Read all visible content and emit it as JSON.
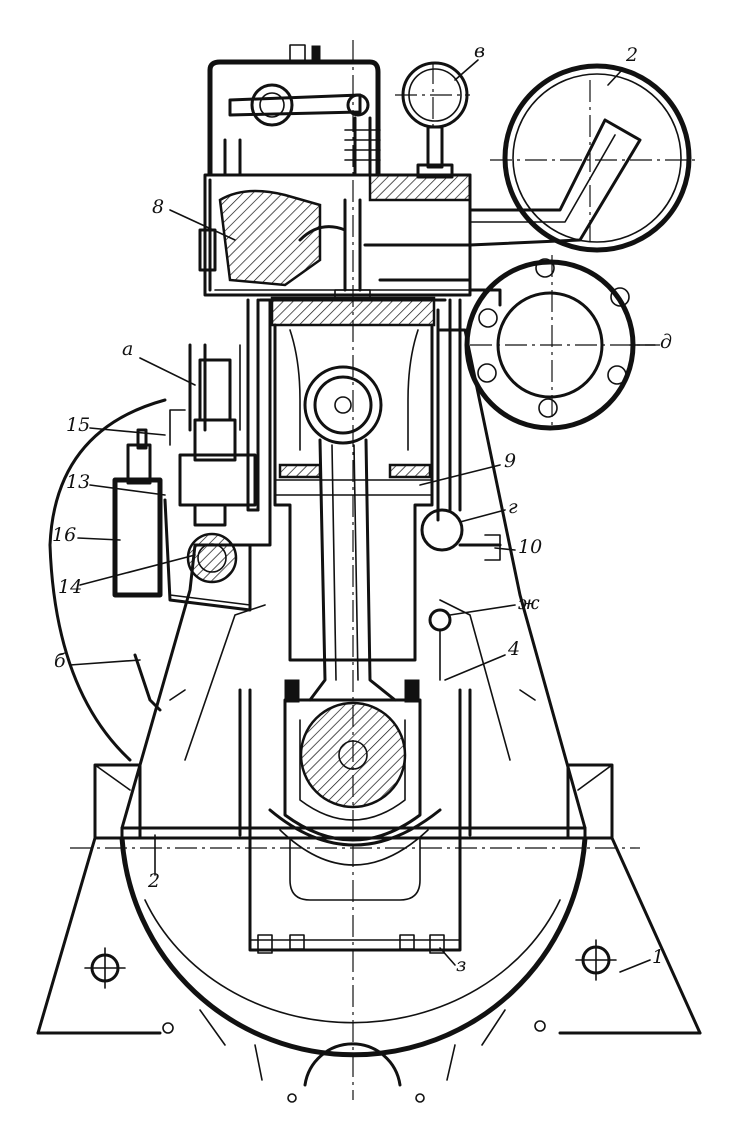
{
  "figure": {
    "callouts": [
      {
        "id": "2-top",
        "text": "2"
      },
      {
        "id": "v",
        "text": "в"
      },
      {
        "id": "8-left",
        "text": "8"
      },
      {
        "id": "a",
        "text": "а"
      },
      {
        "id": "15",
        "text": "15"
      },
      {
        "id": "13",
        "text": "13"
      },
      {
        "id": "16",
        "text": "16"
      },
      {
        "id": "14",
        "text": "14"
      },
      {
        "id": "b",
        "text": "б"
      },
      {
        "id": "2-bottom",
        "text": "2"
      },
      {
        "id": "d",
        "text": "д"
      },
      {
        "id": "9",
        "text": "9"
      },
      {
        "id": "g",
        "text": "г"
      },
      {
        "id": "10",
        "text": "10"
      },
      {
        "id": "zh",
        "text": "ж"
      },
      {
        "id": "4",
        "text": "4"
      },
      {
        "id": "1",
        "text": "1"
      },
      {
        "id": "z",
        "text": "з"
      }
    ]
  }
}
